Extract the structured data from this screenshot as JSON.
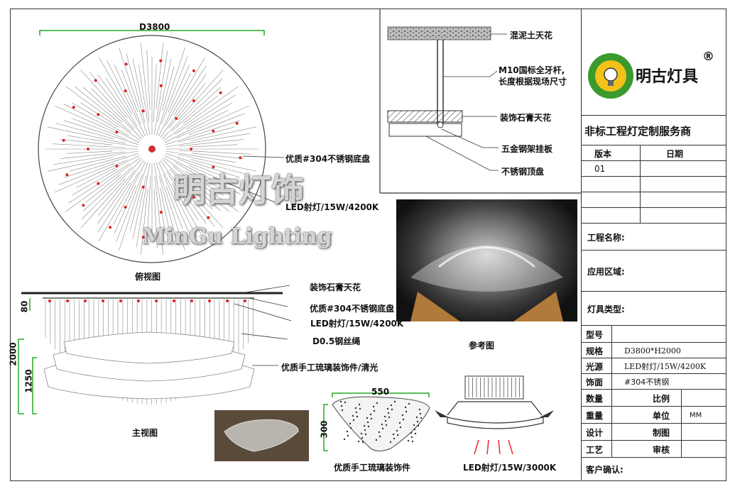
{
  "plan": {
    "diameter_label": "D3800",
    "title": "俯视图",
    "callout_base": "优质#304不锈钢底盘",
    "callout_led": "LED射灯/15W/4200K"
  },
  "section": {
    "concrete": "混泥土天花",
    "rod": "M10国标全牙杆,",
    "rod2": "长度根据现场尺寸",
    "gypsum": "装饰石膏天花",
    "hanger": "五金钢架挂板",
    "plate": "不锈钢顶盘"
  },
  "reference": {
    "title": "参考图"
  },
  "elevation": {
    "title": "主视图",
    "dim_80": "80",
    "dim_2000": "2000",
    "dim_1250": "1250",
    "callout_gypsum": "装饰石膏天花",
    "callout_base": "优质#304不锈钢底盘",
    "callout_led": "LED射灯/15W/4200K",
    "callout_wire": "D0.5钢丝绳",
    "callout_glass": "优质手工琉璃装饰件/清光"
  },
  "detail": {
    "dim_550": "550",
    "dim_300": "300",
    "title": "优质手工琉璃装饰件",
    "spot_label": "LED射灯/15W/3000K"
  },
  "watermark": {
    "cn": "明古灯饰",
    "en": "MinGu Lighting"
  },
  "brand": {
    "name": "明古灯具",
    "reg": "®",
    "tagline": "非标工程灯定制服务商"
  },
  "table": {
    "version_h": "版本",
    "date_h": "日期",
    "version_v": "01",
    "project": "工程名称:",
    "area": "应用区域:",
    "type": "灯具类型:",
    "model": "型号",
    "spec": "规格",
    "spec_v": "D3800*H2000",
    "light": "光源",
    "light_v": "LED射灯/15W/4200K",
    "finish": "饰面",
    "finish_v": "#304不锈钢",
    "qty": "数量",
    "ratio": "比例",
    "weight": "重量",
    "unit": "单位",
    "unit_v": "MM",
    "design": "设计",
    "draft": "制图",
    "craft": "工艺",
    "review": "审核",
    "client": "客户确认:"
  }
}
